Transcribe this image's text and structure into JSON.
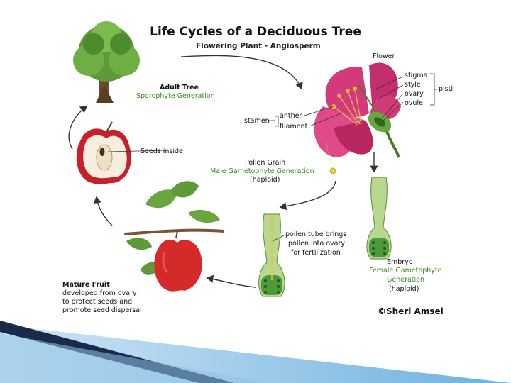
{
  "slide": {
    "title": "Life Cycles of a Deciduous Tree",
    "subtitle": "Flowering Plant - Angiosperm",
    "copyright": "©Sheri Amsel"
  },
  "labels": {
    "flower": "Flower",
    "stigma": "stigma",
    "style": "style",
    "ovary": "ovary",
    "ovule": "ovule",
    "pistil": "pistil",
    "anther": "anther",
    "stamen": "stamen",
    "filament": "filament",
    "adult_tree": "Adult Tree",
    "sporophyte": "Sporophyte Generation",
    "seeds_inside": "Seeds inside",
    "pollen_grain": "Pollen Grain",
    "male_gametophyte": "Male Gametophyte Generation",
    "haploid_male": "(haploid)",
    "pollen_tube": [
      "pollen tube brings",
      "pollen into ovary",
      "for fertilization"
    ],
    "embryo": "Embryo",
    "female_gametophyte": "Female Gametophyte",
    "generation": "Generation",
    "haploid_female": "(haploid)",
    "mature_fruit": [
      "Mature Fruit",
      "developed from ovary",
      "to protect seeds and",
      "promote seed dispersal"
    ]
  },
  "colors": {
    "petal": "#d23a7a",
    "leaf": "#5f9a3a",
    "apple": "#d42a2a",
    "green_text": "#3a8a1e",
    "ribbon_dark": "#1a2a4a",
    "ribbon_light": "#8fc3e6"
  }
}
